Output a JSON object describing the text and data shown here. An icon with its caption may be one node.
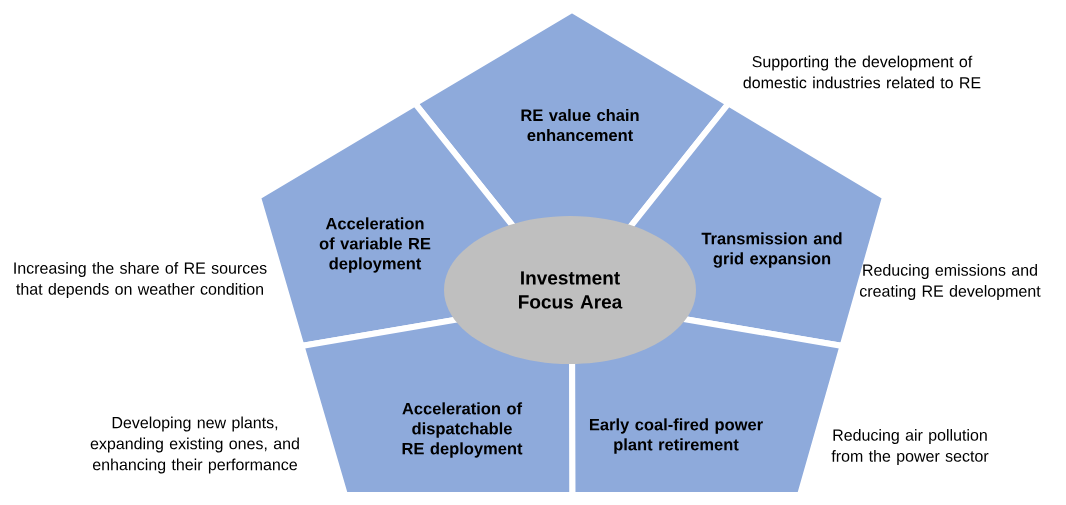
{
  "diagram": {
    "nodes": [
      {
        "text": [
          "RE value chain enhancement"
        ],
        "beside": [
          "Supporting the development of domestic industries related to RE"
        ]
      },
      {
        "text": [
          "Acceleration of variable RE deployment"
        ],
        "beside": [
          "Increasing the share of RE sources that depends on weather condition"
        ]
      },
      {
        "text": [
          "Transmission and grid expansion"
        ],
        "beside": [
          "Reducing emissions and creating RE development"
        ]
      },
      {
        "text": [
          "Acceleration of dispatchable RE deployment"
        ],
        "beside": [
          "Developing new plants, expanding existing ones, and enhancing their performance"
        ]
      },
      {
        "text": [
          "Early coal-fired power plant retirement"
        ],
        "beside": [
          "Reducing air pollution from the power sector"
        ]
      },
      {
        "text": [
          "Investment Focus Area"
        ]
      }
    ]
  }
}
